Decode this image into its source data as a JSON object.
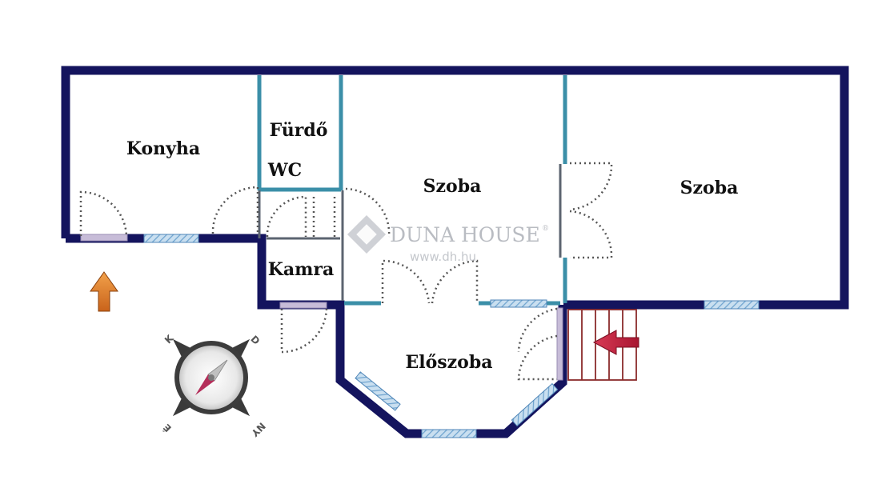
{
  "floor_plan": {
    "rooms": [
      {
        "id": "konyha",
        "label": "Konyha"
      },
      {
        "id": "furdo",
        "label": "Fürdő"
      },
      {
        "id": "wc",
        "label": "WC"
      },
      {
        "id": "szoba1",
        "label": "Szoba"
      },
      {
        "id": "szoba2",
        "label": "Szoba"
      },
      {
        "id": "kamra",
        "label": "Kamra"
      },
      {
        "id": "eloszoba",
        "label": "Előszoba"
      }
    ]
  },
  "watermark": {
    "brand": "DUNA HOUSE",
    "registered": "®",
    "url": "www.dh.hu"
  },
  "compass": {
    "north": "K",
    "east": "D",
    "south": "NY",
    "west": "É"
  },
  "colors": {
    "wall": "#14145e",
    "inner_wall": "#3b8fa8",
    "window": "#9cc3e0",
    "door_swing": "#555555",
    "entrance_arrow": "#c41e3a",
    "stairs": "#8b2b2b",
    "orientation_arrow": "#d9781e"
  }
}
